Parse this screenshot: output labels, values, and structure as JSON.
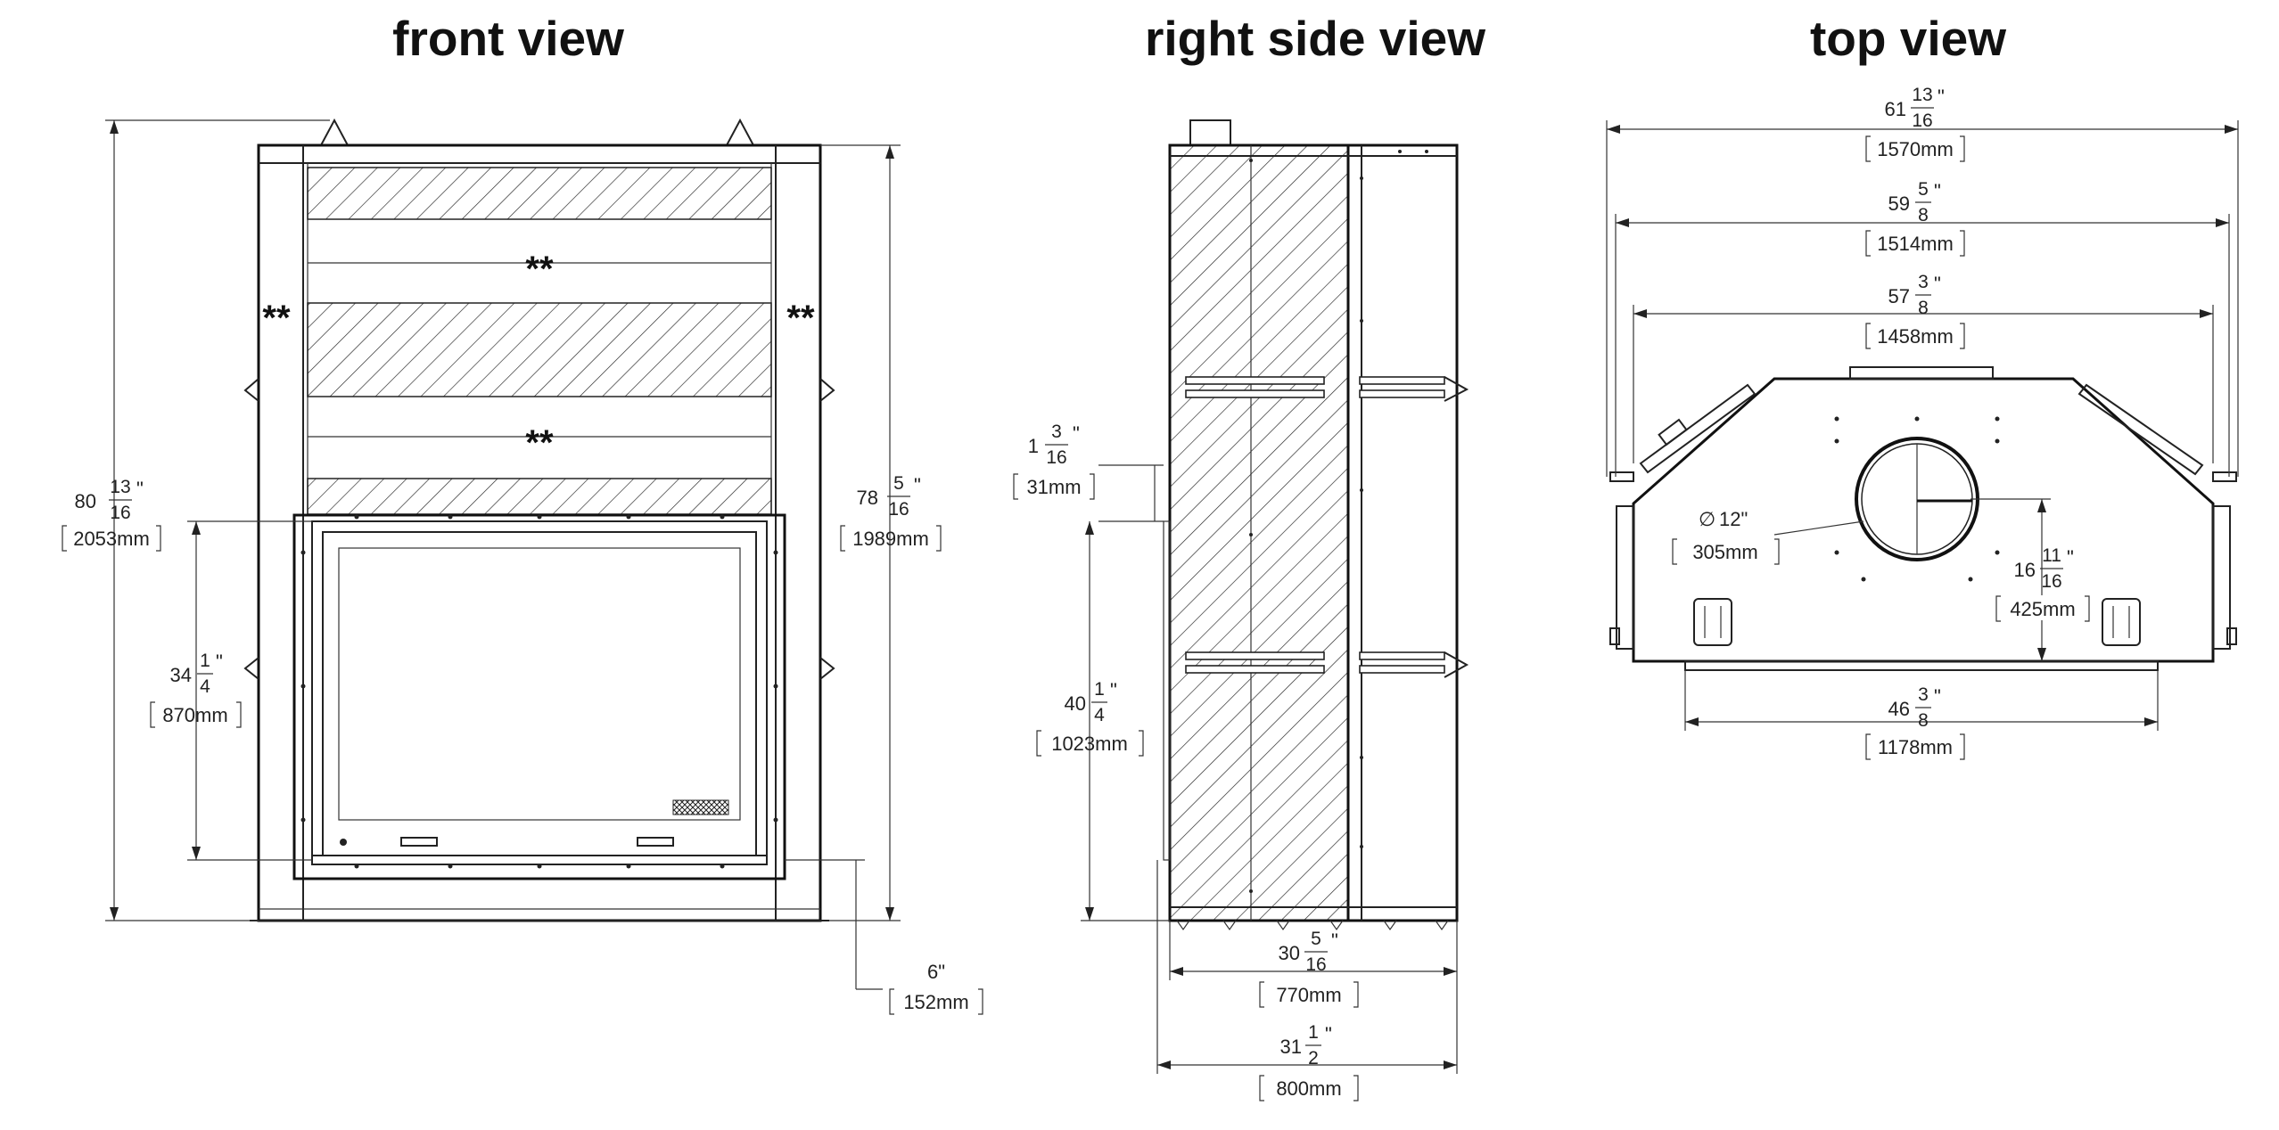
{
  "titles": {
    "front": "front view",
    "side": "right side view",
    "top": "top view"
  },
  "front_view": {
    "marks": {
      "upper": "**",
      "lower": "**",
      "left": "**",
      "right": "**"
    },
    "height_overall": {
      "whole": "80",
      "num": "13",
      "den": "16",
      "inch": "\"",
      "mm": "2053mm"
    },
    "height_frame": {
      "whole": "78",
      "num": "5",
      "den": "16",
      "inch": "\"",
      "mm": "1989mm"
    },
    "height_opening": {
      "whole": "34",
      "num": "1",
      "den": "4",
      "inch": "\"",
      "mm": "870mm"
    },
    "base_offset": {
      "inches": "6\"",
      "mm": "152mm"
    }
  },
  "side_view": {
    "flue_offset": {
      "whole": "1",
      "num": "3",
      "den": "16",
      "inch": "\"",
      "mm": "31mm"
    },
    "opening_height": {
      "whole": "40",
      "num": "1",
      "den": "4",
      "inch": "\"",
      "mm": "1023mm"
    },
    "depth_body": {
      "whole": "30",
      "num": "5",
      "den": "16",
      "inch": "\"",
      "mm": "770mm"
    },
    "depth_overall": {
      "whole": "31",
      "num": "1",
      "den": "2",
      "inch": "\"",
      "mm": "800mm"
    }
  },
  "top_view": {
    "width_1": {
      "whole": "61",
      "num": "13",
      "den": "16",
      "inch": "\"",
      "mm": "1570mm"
    },
    "width_2": {
      "whole": "59",
      "num": "5",
      "den": "8",
      "inch": "\"",
      "mm": "1514mm"
    },
    "width_3": {
      "whole": "57",
      "num": "3",
      "den": "8",
      "inch": "\"",
      "mm": "1458mm"
    },
    "flue_diameter": {
      "symbol": "∅",
      "inches": "12\"",
      "mm": "305mm"
    },
    "flue_depth": {
      "whole": "16",
      "num": "11",
      "den": "16",
      "inch": "\"",
      "mm": "425mm"
    },
    "width_base": {
      "whole": "46",
      "num": "3",
      "den": "8",
      "inch": "\"",
      "mm": "1178mm"
    }
  }
}
